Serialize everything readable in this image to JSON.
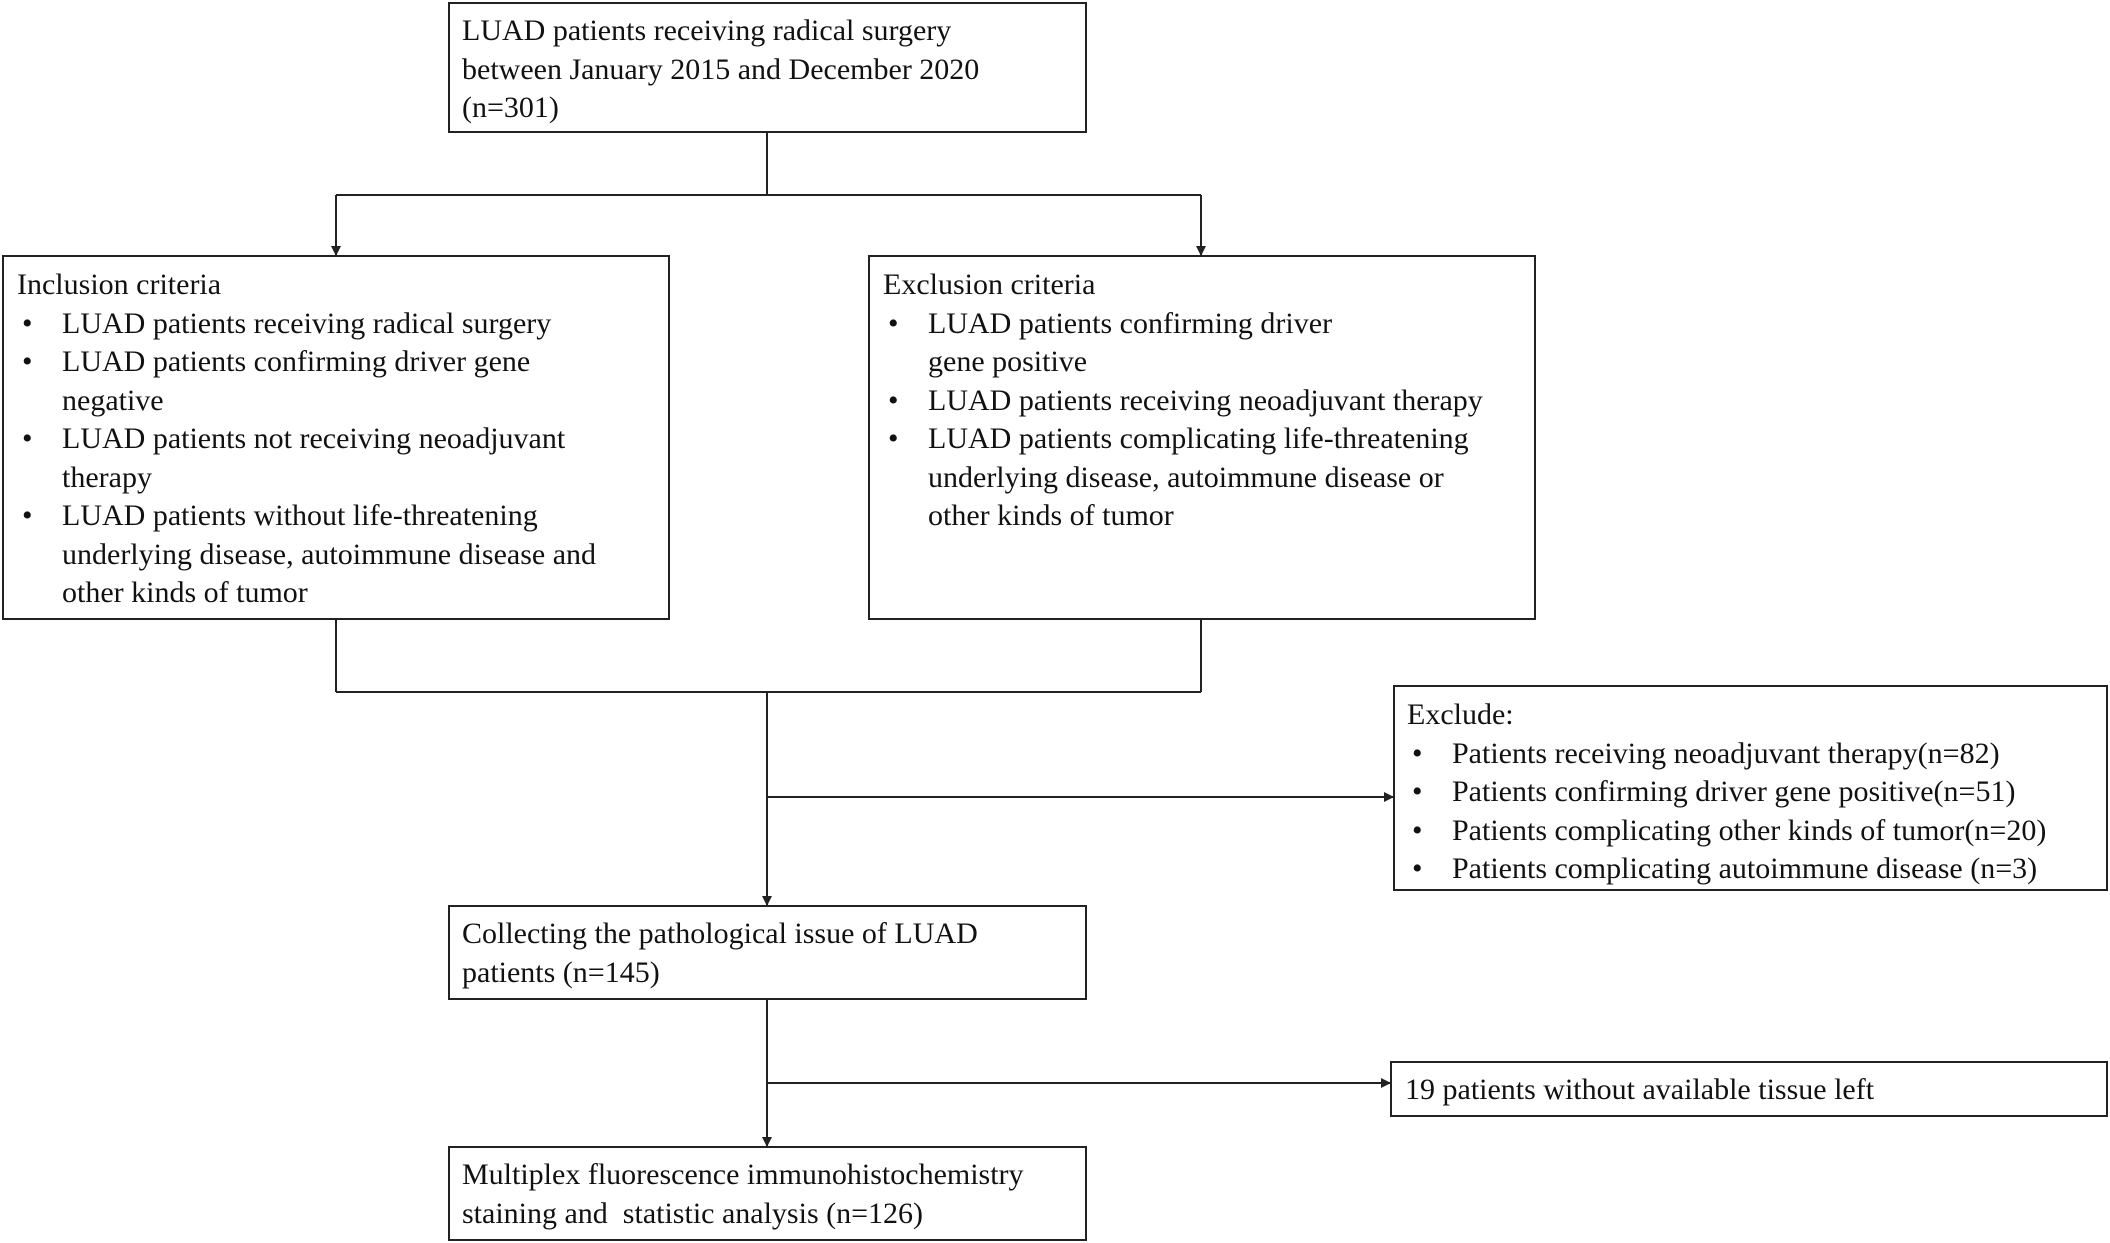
{
  "flowchart": {
    "start": {
      "lines": [
        "LUAD patients receiving radical surgery",
        "between January 2015 and December 2020",
        "(n=301)"
      ]
    },
    "inclusion": {
      "title": "Inclusion criteria",
      "items": [
        "LUAD patients receiving radical surgery",
        "LUAD patients confirming driver gene negative",
        "LUAD patients not receiving neoadjuvant therapy",
        "LUAD patients without life-threatening underlying disease, autoimmune disease and other kinds of tumor"
      ]
    },
    "exclusion": {
      "title": "Exclusion criteria",
      "items": [
        "LUAD patients confirming driver gene positive",
        "LUAD patients receiving neoadjuvant therapy",
        "LUAD patients complicating life-threatening underlying disease, autoimmune disease or other kinds of tumor"
      ]
    },
    "exclude": {
      "title": "Exclude:",
      "items": [
        "Patients receiving neoadjuvant therapy(n=82)",
        "Patients confirming driver gene positive(n=51)",
        "Patients complicating other kinds of tumor(n=20)",
        "Patients complicating autoimmune disease (n=3)"
      ]
    },
    "collect": {
      "lines": [
        "Collecting the pathological issue of LUAD",
        "patients (n=145)"
      ]
    },
    "no_tissue": {
      "text": "19 patients without available tissue left"
    },
    "final": {
      "lines": [
        "Multiplex fluorescence immunohistochemistry",
        "staining and  statistic analysis (n=126)"
      ]
    }
  }
}
